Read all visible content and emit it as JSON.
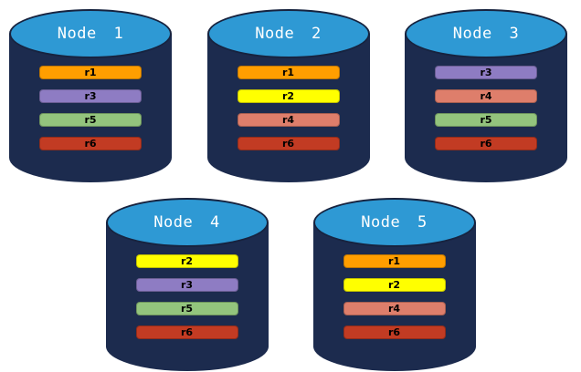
{
  "diagram": {
    "description": "Database replica distribution across five nodes",
    "colors": {
      "cylinder_body": "#1C2B4E",
      "cylinder_top": "#2E99D4",
      "cylinder_edge": "#17233F",
      "node_title_text": "#FFFFFF",
      "bar_text": "#000000",
      "background": "#FFFFFF"
    },
    "replica_colors": {
      "r1": "#FF9E00",
      "r2": "#FFFF00",
      "r3": "#8E7CC3",
      "r4": "#DE7E6B",
      "r5": "#93C47D",
      "r6": "#C23B23"
    },
    "nodes": [
      {
        "label": "Node 1",
        "replicas": [
          "r1",
          "r3",
          "r5",
          "r6"
        ]
      },
      {
        "label": "Node 2",
        "replicas": [
          "r1",
          "r2",
          "r4",
          "r6"
        ]
      },
      {
        "label": "Node 3",
        "replicas": [
          "r3",
          "r4",
          "r5",
          "r6"
        ]
      },
      {
        "label": "Node 4",
        "replicas": [
          "r2",
          "r3",
          "r5",
          "r6"
        ]
      },
      {
        "label": "Node 5",
        "replicas": [
          "r1",
          "r2",
          "r4",
          "r6"
        ]
      }
    ]
  }
}
